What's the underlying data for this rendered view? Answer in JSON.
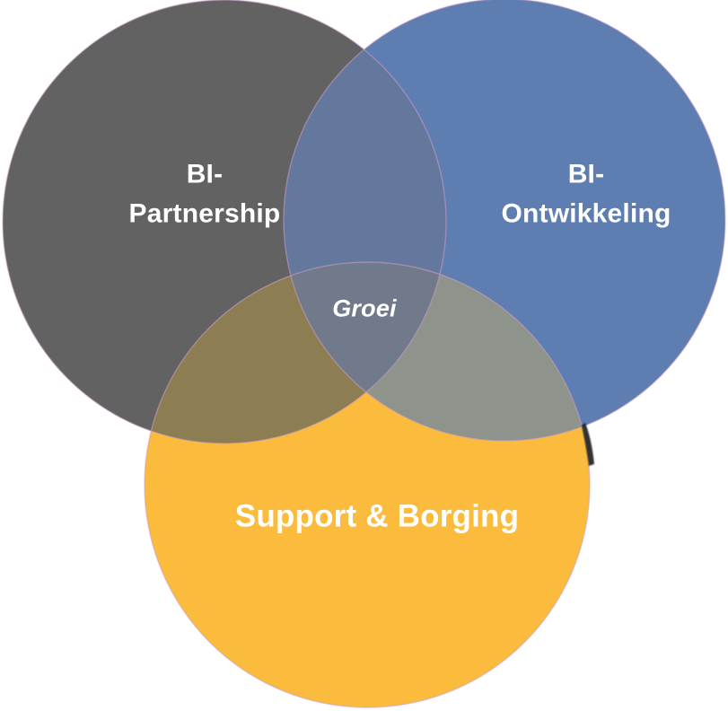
{
  "diagram": {
    "type": "venn-3-circles",
    "sets": [
      {
        "name": "BI-Partnership",
        "label_line1": "BI-",
        "label_line2": "Partnership",
        "color": "#626262"
      },
      {
        "name": "BI-Ontwikkeling",
        "label_line1": "BI-",
        "label_line2": "Ontwikkeling",
        "color": "#5E7EB1"
      },
      {
        "name": "Support & Borging",
        "label": "Support & Borging",
        "color": "#FBBB3C"
      }
    ],
    "intersection_label": "Groei",
    "overlap_colors": {
      "partnership_ontwikkeling": "#64789D",
      "partnership_support": "#8C7D52",
      "ontwikkeling_support": "#8E938C",
      "all_three": "#707A8B"
    },
    "outline_color": "rgba(203,156,196,0.55)",
    "shadow_color": "rgba(15,15,15,0.85)",
    "text_color": "#FFFFFF",
    "background_color": "#FFFFFF"
  }
}
